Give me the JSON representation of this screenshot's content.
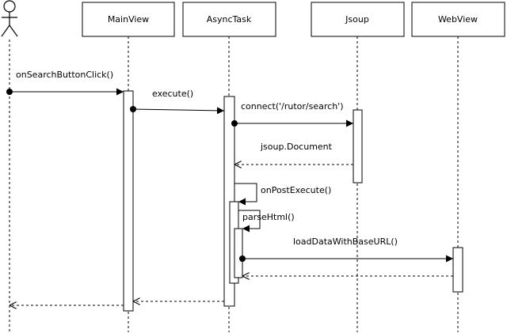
{
  "participants": {
    "actor": "",
    "main_view": "MainView",
    "async_task": "AsyncTask",
    "jsoup": "Jsoup",
    "web_view": "WebView"
  },
  "messages": {
    "on_search_button_click": "onSearchButtonClick()",
    "execute": "execute()",
    "connect": "connect('/rutor/search')",
    "jsoup_document": "jsoup.Document",
    "on_post_execute": "onPostExecute()",
    "parse_html": "parseHtml()",
    "load_data_with_base_url": "loadDataWithBaseURL()"
  }
}
